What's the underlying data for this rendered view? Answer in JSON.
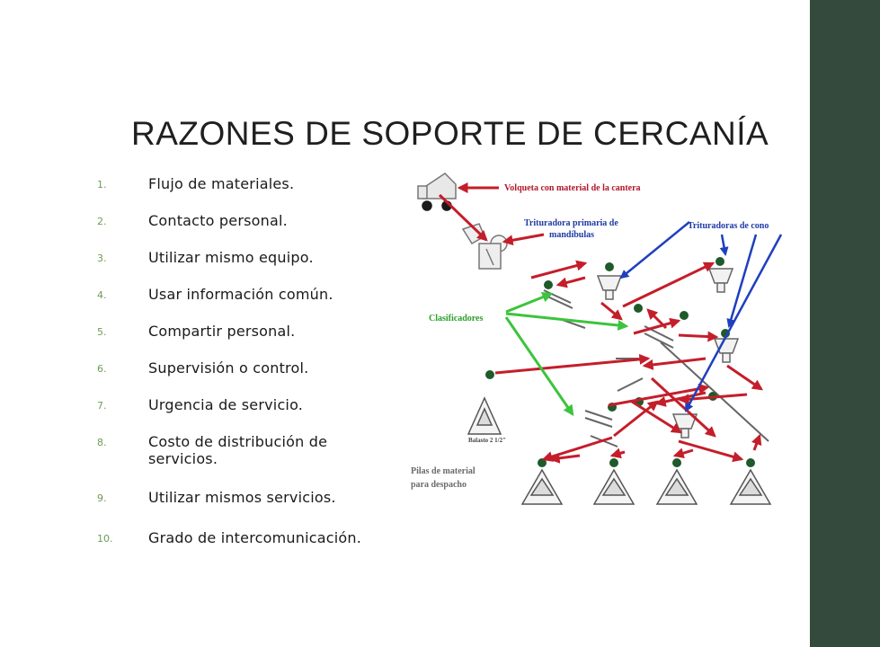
{
  "slide": {
    "title": "RAZONES DE SOPORTE DE CERCANÍA",
    "accent_color": "#334a3c",
    "number_color": "#6e9c56"
  },
  "reasons": [
    {
      "num": "1.",
      "text": "Flujo de materiales."
    },
    {
      "num": "2.",
      "text": "Contacto personal."
    },
    {
      "num": "3.",
      "text": "Utilizar mismo equipo."
    },
    {
      "num": "4.",
      "text": "Usar información común."
    },
    {
      "num": "5.",
      "text": "Compartir personal."
    },
    {
      "num": "6.",
      "text": "Supervisión o control."
    },
    {
      "num": "7.",
      "text": "Urgencia de servicio."
    },
    {
      "num": "8.",
      "text": "Costo de distribución de servicios."
    },
    {
      "num": "9.",
      "text": "Utilizar mismos servicios."
    },
    {
      "num": "10.",
      "text": "Grado de intercomunicación."
    }
  ],
  "diagram": {
    "labels": {
      "dump_truck": "Volqueta con material de la cantera",
      "primary_crusher_line1": "Trituradora primaria de",
      "primary_crusher_line2": "mandíbulas",
      "cone_crushers": "Trituradoras de cono",
      "classifiers": "Clasificadores",
      "ballast": "Balasto 2 1/2\"",
      "piles_line1": "Pilas de material",
      "piles_line2": "para despacho"
    },
    "colors": {
      "red_label": "#b0182a",
      "blue_label": "#1d3aa6",
      "green_label": "#2ca02c",
      "gray_label": "#6b6b6b",
      "red_arrow": "#c41e2a",
      "blue_arrow": "#1f3fbf",
      "green_arrow": "#3cc43c",
      "node": "#1f5a2a"
    }
  }
}
